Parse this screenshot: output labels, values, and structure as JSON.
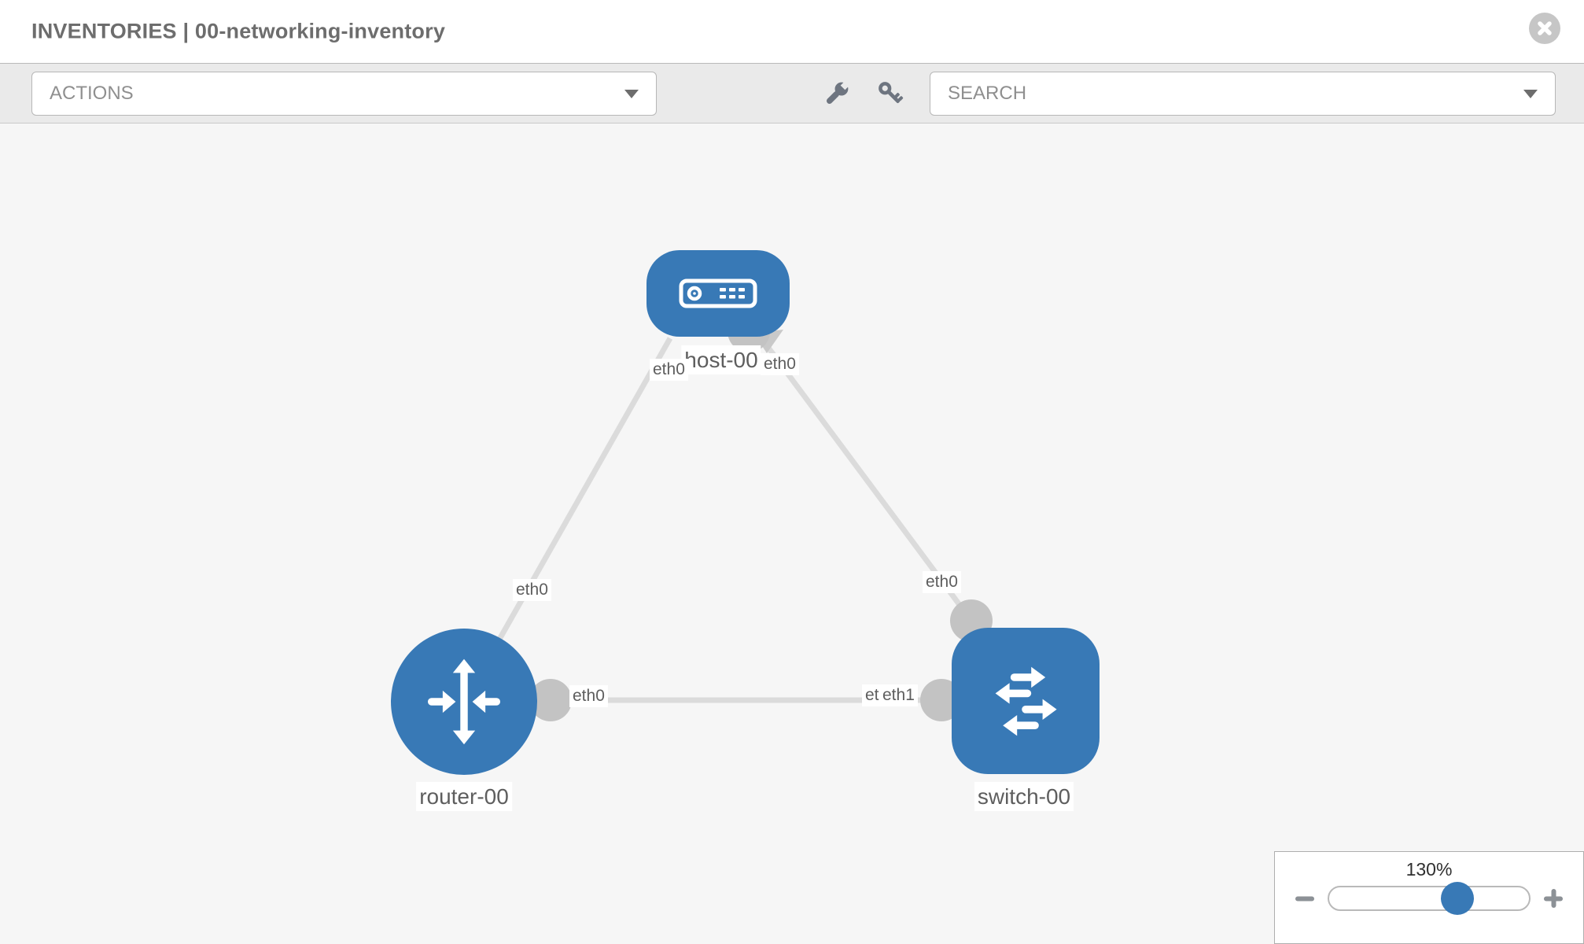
{
  "header": {
    "title": "INVENTORIES | 00-networking-inventory"
  },
  "toolbar": {
    "actions_label": "ACTIONS",
    "search_label": "SEARCH",
    "tool_icons": [
      "wrench-icon",
      "key-icon"
    ]
  },
  "topology": {
    "nodes": [
      {
        "type": "host",
        "label": "host-00"
      },
      {
        "type": "router",
        "label": "router-00"
      },
      {
        "type": "switch",
        "label": "switch-00"
      }
    ],
    "links": [
      {
        "source": "host-00",
        "target": "router-00",
        "source_interface": "eth0",
        "target_interface": "eth0"
      },
      {
        "source": "host-00",
        "target": "switch-00",
        "source_interface": "eth0",
        "target_interface": "eth0"
      },
      {
        "source": "router-00",
        "target": "switch-00",
        "source_interface": "eth0",
        "target_interface": "eth1"
      }
    ],
    "interface_labels": {
      "host_left": "eth0",
      "host_right": "eth0",
      "router_top": "eth0",
      "switch_top": "eth0",
      "router_right": "eth0",
      "switch_left_back": "eth0",
      "switch_left_front": "eth1"
    }
  },
  "zoom_control": {
    "level": "130%",
    "percent": 64
  },
  "colors": {
    "node_blue": "#3879b6",
    "link_gray": "#dbdbdb",
    "connector_gray": "#c3c3c3",
    "toolbar_bg": "#eaeaea",
    "canvas_bg": "#f6f6f6"
  }
}
